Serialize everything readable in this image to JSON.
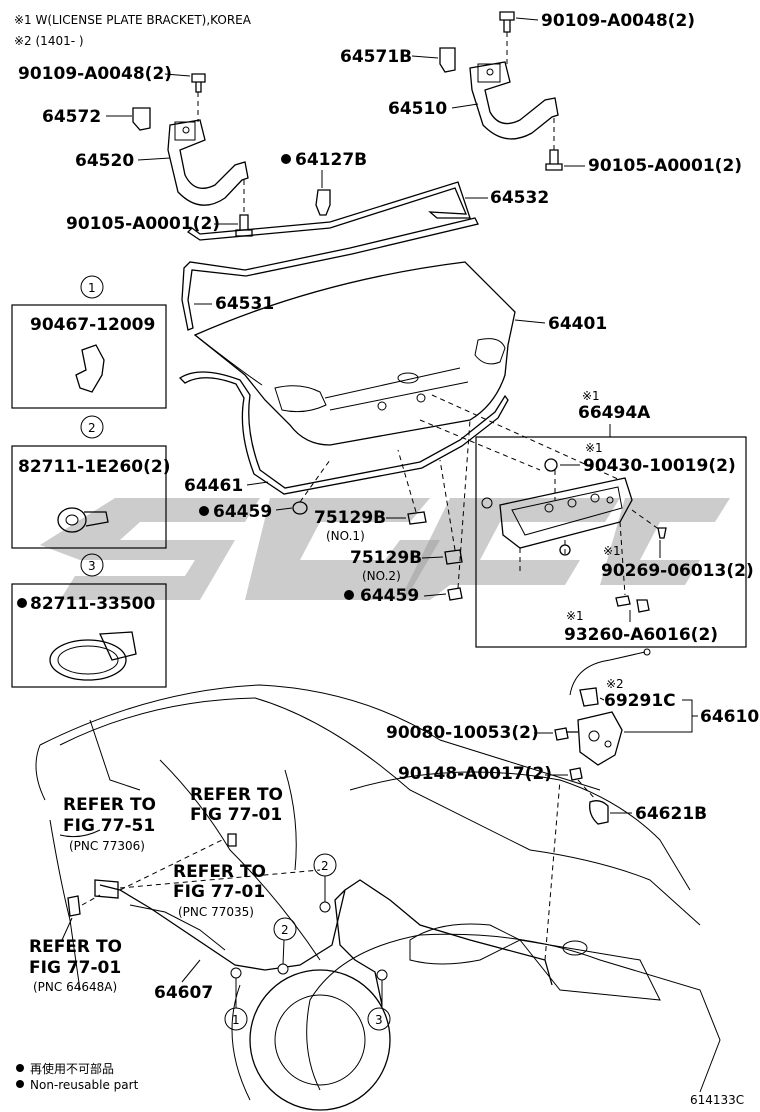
{
  "notes": {
    "note1": "※1 W(LICENSE PLATE BRACKET),KOREA",
    "note2": "※2 (1401-         )"
  },
  "labels": {
    "p90109_a": "90109-A0048(2)",
    "p90109_b": "90109-A0048(2)",
    "p64571b": "64571B",
    "p64510": "64510",
    "p64572": "64572",
    "p64520": "64520",
    "p64127b": "64127B",
    "p90105_a": "90105-A0001(2)",
    "p90105_b": "90105-A0001(2)",
    "p64532": "64532",
    "p64531": "64531",
    "p64401": "64401",
    "p64461": "64461",
    "p64459_a": "64459",
    "p64459_b": "64459",
    "p75129b_a": "75129B",
    "p75129b_a_sub": "(NO.1)",
    "p75129b_b": "75129B",
    "p75129b_b_sub": "(NO.2)",
    "p66494a_mark": "※1",
    "p66494a": "66494A",
    "p90430_mark": "※1",
    "p90430": "90430-10019(2)",
    "p90269_mark": "※1",
    "p90269": "90269-06013(2)",
    "p93260_mark": "※1",
    "p93260": "93260-A6016(2)",
    "p69291c_mark": "※2",
    "p69291c": "69291C",
    "p64610": "64610",
    "p90080": "90080-10053(2)",
    "p90148": "90148-A0017(2)",
    "p64621b": "64621B",
    "p64607": "64607"
  },
  "insets": [
    {
      "num": "1",
      "part": "90467-12009"
    },
    {
      "num": "2",
      "part": "82711-1E260(2)"
    },
    {
      "num": "3",
      "part": "82711-33500"
    }
  ],
  "refs": {
    "r1_line1": "REFER TO",
    "r1_line2": "FIG 77-51",
    "r1_line3": "(PNC 77306)",
    "r2_line1": "REFER TO",
    "r2_line2": "FIG 77-01",
    "r3_line1": "REFER TO",
    "r3_line2": "FIG 77-01",
    "r3_line3": "(PNC 77035)",
    "r4_line1": "REFER TO",
    "r4_line2": "FIG 77-01",
    "r4_line3": "(PNC 64648A)"
  },
  "callouts": {
    "c1": "1",
    "c2": "2",
    "c3": "3"
  },
  "legend": {
    "jp": "再使用不可部品",
    "en": "Non-reusable part"
  },
  "diagram_code": "614133C"
}
